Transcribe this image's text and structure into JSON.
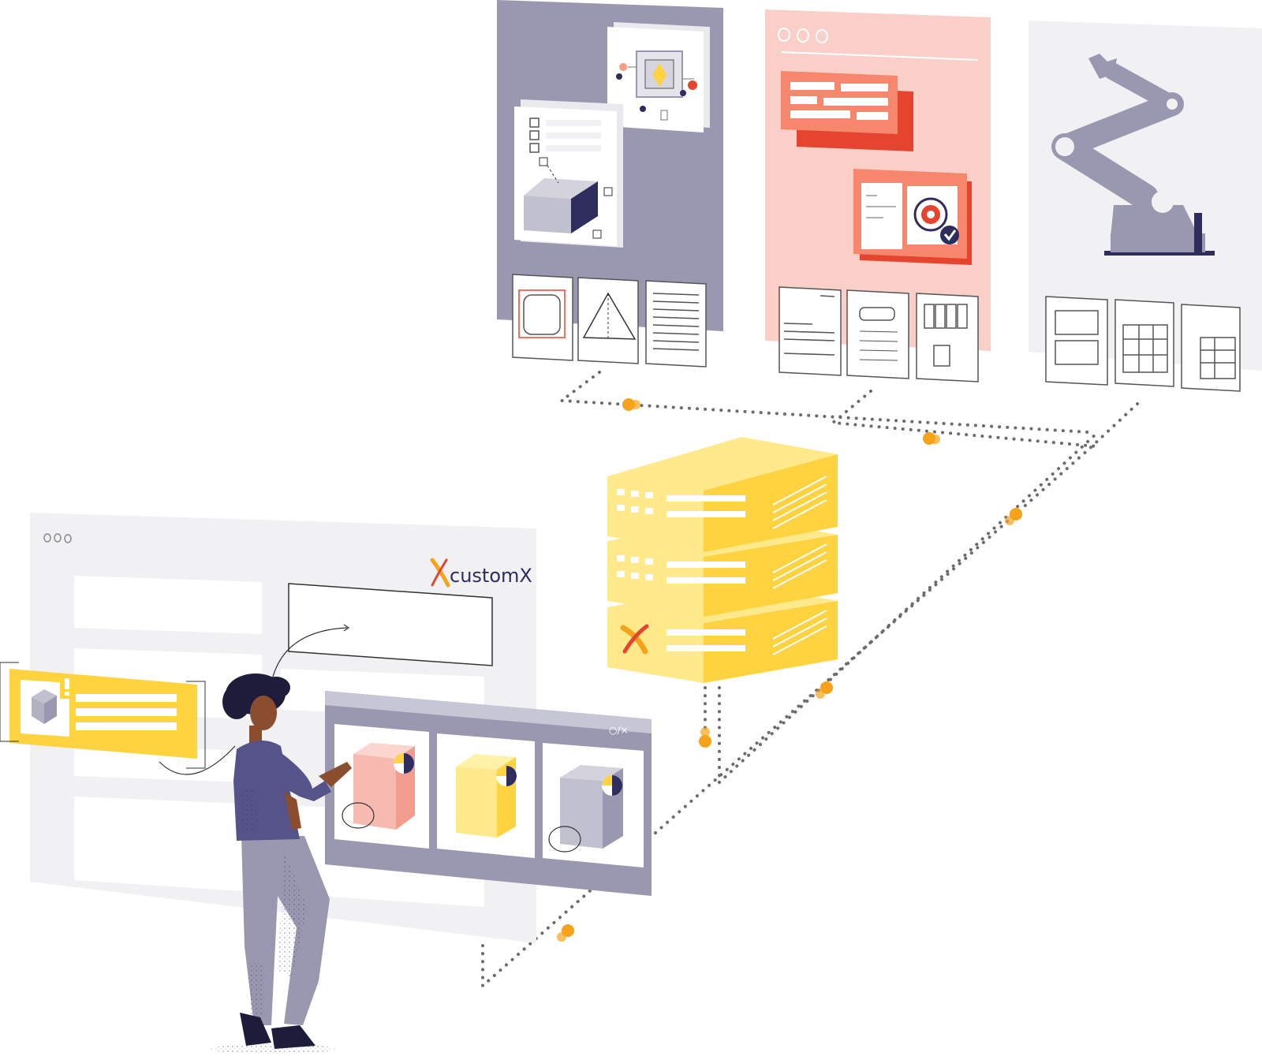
{
  "brand": {
    "name": "customX",
    "accent": "#E8A317",
    "logo_color": "#F2A10C"
  },
  "colors": {
    "panel_purple": "#9A98B0",
    "panel_pink": "#F9CFC8",
    "panel_gray": "#F1F1F4",
    "dark_navy": "#2F2D5E",
    "red": "#E5452F",
    "yellow": "#FFD23F",
    "yellow_light": "#FFE98A",
    "dots": "#6B6B70",
    "dot_orange": "#F6A31A"
  },
  "window_controls": [
    "ooo",
    "ooo",
    "○/×"
  ],
  "icons": [
    "chip-icon",
    "cube-icon",
    "gear-icon",
    "check-icon",
    "robot-arm-icon",
    "warning-icon",
    "document-icon",
    "server-icon",
    "customx-logo-icon"
  ]
}
